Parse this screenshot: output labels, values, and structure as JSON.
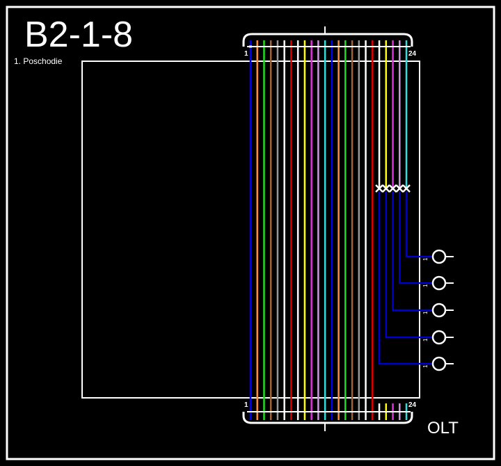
{
  "title": "B2-1-8",
  "floor": "1. Poschodie",
  "olt_label": "OLT",
  "cable": {
    "first_label": "1",
    "last_label": "24",
    "fiber_colors": [
      "#0000ff",
      "#ff8c3c",
      "#22dd22",
      "#a0643c",
      "#999999",
      "#ffffff",
      "#dd0000",
      "#ffffff",
      "#ffff00",
      "#dd33dd",
      "#cc99dd",
      "#33dddd",
      "#0000ff",
      "#ff8c3c",
      "#22dd22",
      "#a0643c",
      "#999999",
      "#ffffff",
      "#dd0000",
      "#ffffff",
      "#ffff00",
      "#dd33dd",
      "#cc99dd",
      "#33dddd"
    ],
    "cut_fibers": [
      20,
      21,
      22,
      23,
      24
    ]
  },
  "outputs": [
    {
      "fiber": 24,
      "label": "1"
    },
    {
      "fiber": 23,
      "label": "1"
    },
    {
      "fiber": 22,
      "label": "1"
    },
    {
      "fiber": 21,
      "label": "1"
    },
    {
      "fiber": 20,
      "label": "1"
    }
  ],
  "colors": {
    "line": "#ffffff",
    "patch": "#0000cc",
    "background": "#000000"
  }
}
